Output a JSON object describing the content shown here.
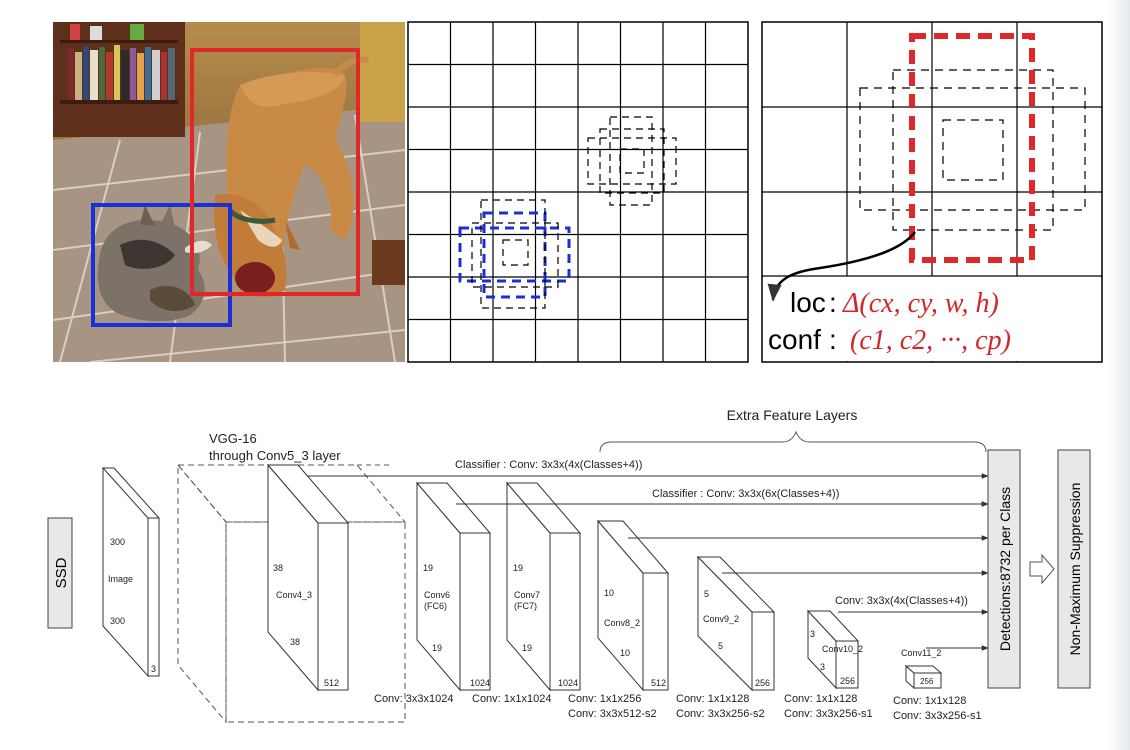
{
  "panels": {
    "conf_label": "conf",
    "loc_label": "loc",
    "colon": ":",
    "loc_formula": "Δ(cx, cy, w, h)",
    "conf_formula": "(c1, c2, ···, cp)"
  },
  "colors": {
    "cat_box": "#1a2fd6",
    "dog_box": "#e0282a",
    "formula": "#d4262a",
    "default_box": "#000000",
    "label_box_fill": "#e8e8e8"
  },
  "network": {
    "ssd_label": "SSD",
    "vgg_label_line1": "VGG-16",
    "vgg_label_line2": "through Conv5_3 layer",
    "extra_layers_label": "Extra Feature Layers",
    "classifier_1": "Classifier : Conv: 3x3x(4x(Classes+4))",
    "classifier_2": "Classifier : Conv: 3x3x(6x(Classes+4))",
    "classifier_3": "Conv: 3x3x(4x(Classes+4))",
    "detections_label": "Detections:8732  per Class",
    "nms_label": "Non-Maximum Suppression",
    "image": {
      "top": "300",
      "name": "Image",
      "bottom": "300",
      "depth": "3"
    },
    "conv4_3": {
      "top": "38",
      "name": "Conv4_3",
      "bottom": "38",
      "depth": "512"
    },
    "conv6": {
      "top": "19",
      "name1": "Conv6",
      "name2": "(FC6)",
      "bottom": "19",
      "depth": "1024"
    },
    "conv7": {
      "top": "19",
      "name1": "Conv7",
      "name2": "(FC7)",
      "bottom": "19",
      "depth": "1024"
    },
    "conv8_2": {
      "top": "10",
      "name": "Conv8_2",
      "bottom": "10",
      "depth": "512"
    },
    "conv9_2": {
      "top": "5",
      "name": "Conv9_2",
      "bottom": "5",
      "depth": "256"
    },
    "conv10_2": {
      "top": "3",
      "name": "Conv10_2",
      "bottom": "3",
      "depth": "256"
    },
    "conv11_2": {
      "name": "Conv11_2",
      "depth": "256"
    },
    "caption_conv6": "Conv: 3x3x1024",
    "caption_conv7": "Conv: 1x1x1024",
    "caption_conv8_a": "Conv: 1x1x256",
    "caption_conv8_b": "Conv: 3x3x512-s2",
    "caption_conv9_a": "Conv: 1x1x128",
    "caption_conv9_b": "Conv: 3x3x256-s2",
    "caption_conv10_a": "Conv: 1x1x128",
    "caption_conv10_b": "Conv: 3x3x256-s1",
    "caption_conv11_a": "Conv: 1x1x128",
    "caption_conv11_b": "Conv: 3x3x256-s1"
  }
}
